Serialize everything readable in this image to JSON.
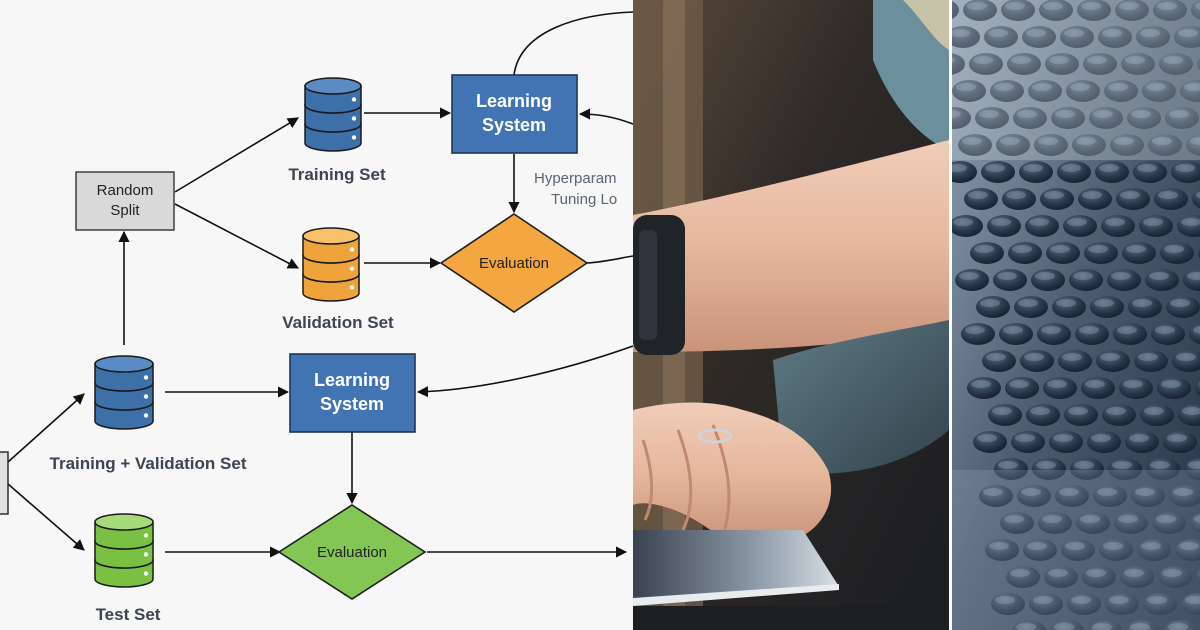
{
  "diagram": {
    "nodes": {
      "random_split": "Random\nSplit",
      "training_set": "Training Set",
      "validation_set": "Validation Set",
      "learning_system_top": "Learning\nSystem",
      "evaluation_top": "Evaluation",
      "hyperparam_note": "Hyperparam\nTuning Lo",
      "train_val_set": "Training + Validation Set",
      "learning_system_bottom": "Learning\nSystem",
      "evaluation_bottom": "Evaluation",
      "test_set": "Test Set"
    },
    "colors": {
      "blue_db": "#3d6fa8",
      "orange_db": "#eea43a",
      "green_db": "#7ac143",
      "system_box": "#3f73b3",
      "eval_orange": "#f4a641",
      "eval_green": "#84c653",
      "split_box": "#d9d9d9"
    }
  },
  "photos": [
    {
      "subject": "arm-with-smartwatch-using-tablet"
    },
    {
      "subject": "lego-baseplate-closeup"
    }
  ]
}
